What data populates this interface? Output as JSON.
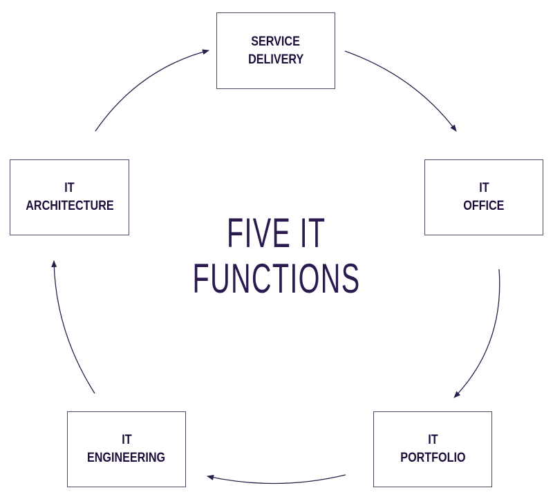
{
  "title": {
    "line1": "FIVE IT",
    "line2": "FUNCTIONS"
  },
  "nodes": [
    {
      "line1": "SERVICE",
      "line2": "DELIVERY"
    },
    {
      "line1": "IT",
      "line2": "OFFICE"
    },
    {
      "line1": "IT",
      "line2": "PORTFOLIO"
    },
    {
      "line1": "IT",
      "line2": "ENGINEERING"
    },
    {
      "line1": "IT",
      "line2": "ARCHITECTURE"
    }
  ],
  "colors": {
    "text": "#1c0d3a",
    "border": "#4d4866",
    "arrow": "#2a1f4a"
  }
}
